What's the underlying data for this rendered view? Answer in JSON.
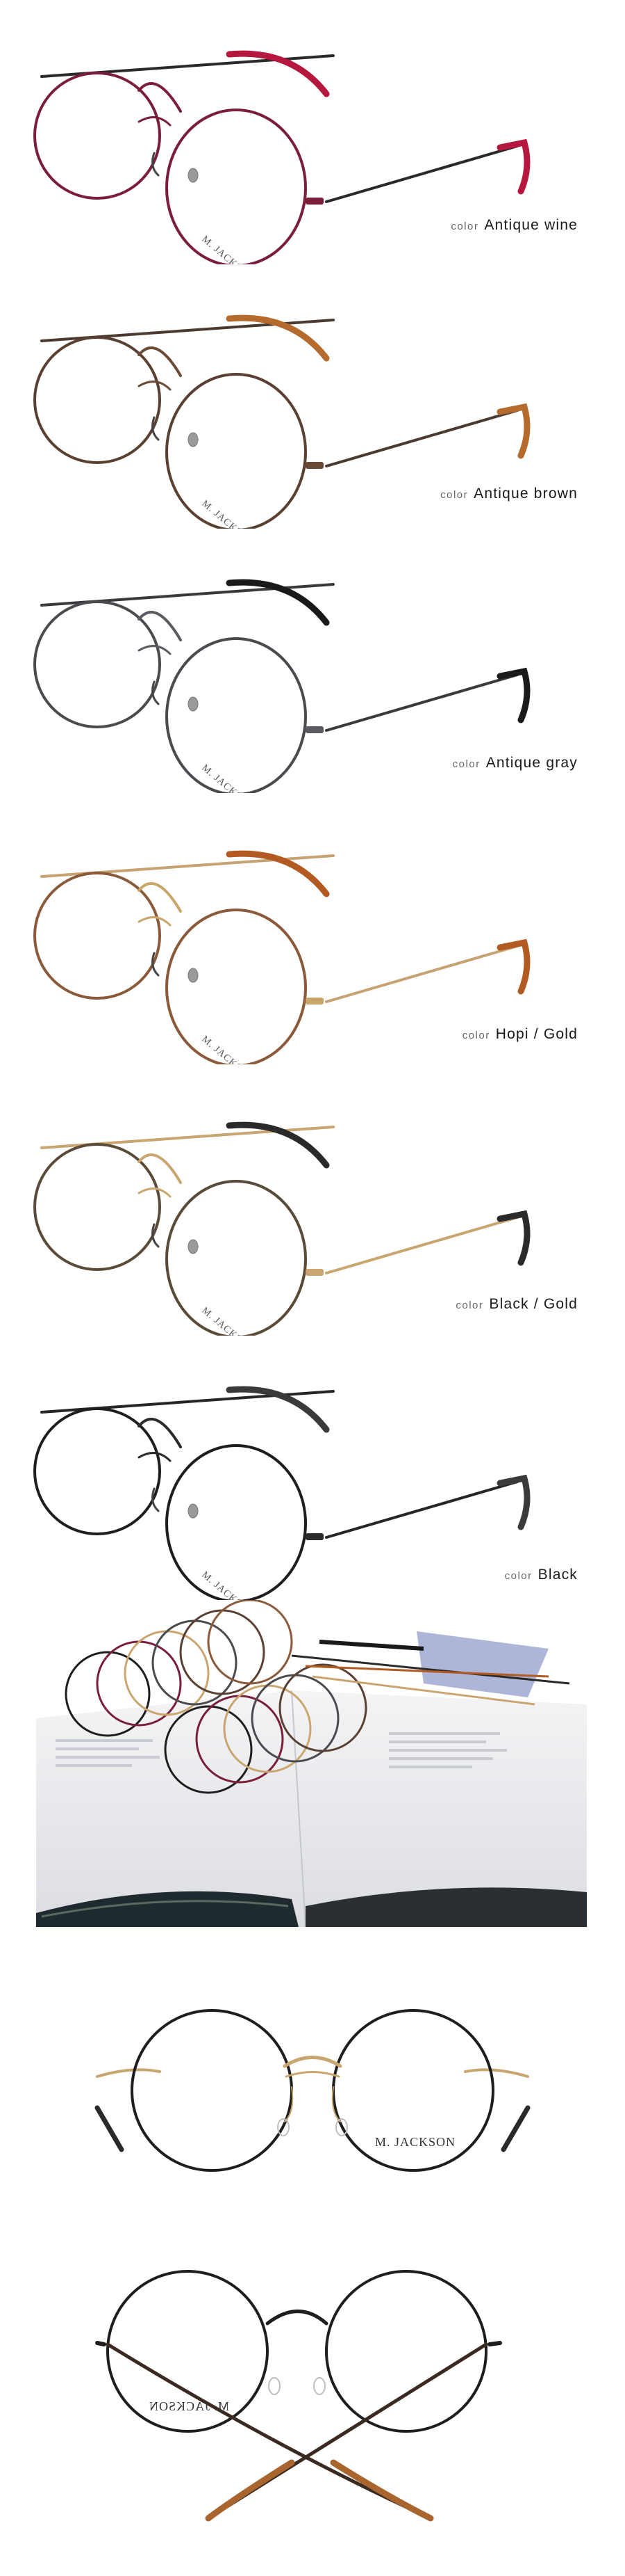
{
  "color_prefix": "color",
  "brand": {
    "m": "M.",
    "name": "JACKSON"
  },
  "variants": [
    {
      "name": "Antique wine",
      "front": "#7a1e3a",
      "temple": "#2a2a2a",
      "tip": "#b5173f",
      "bridge": "#7a1e3a"
    },
    {
      "name": "Antique brown",
      "front": "#5a4033",
      "temple": "#4a3a30",
      "tip": "#b56a2e",
      "bridge": "#6b4a35"
    },
    {
      "name": "Antique gray",
      "front": "#4a4a4f",
      "temple": "#3a3a3e",
      "tip": "#1a1a1a",
      "bridge": "#5a5a60"
    },
    {
      "name": "Hopi / Gold",
      "front": "#8a5a3a",
      "temple": "#c7a273",
      "tip": "#b35a22",
      "bridge": "#c9a56a"
    },
    {
      "name": "Black / Gold",
      "front": "#5a4a3a",
      "temple": "#c9a66f",
      "tip": "#2a2a2a",
      "bridge": "#c9a66f"
    },
    {
      "name": "Black",
      "front": "#1e1e1e",
      "temple": "#262626",
      "tip": "#3a3a3a",
      "bridge": "#2a2a2a"
    }
  ]
}
